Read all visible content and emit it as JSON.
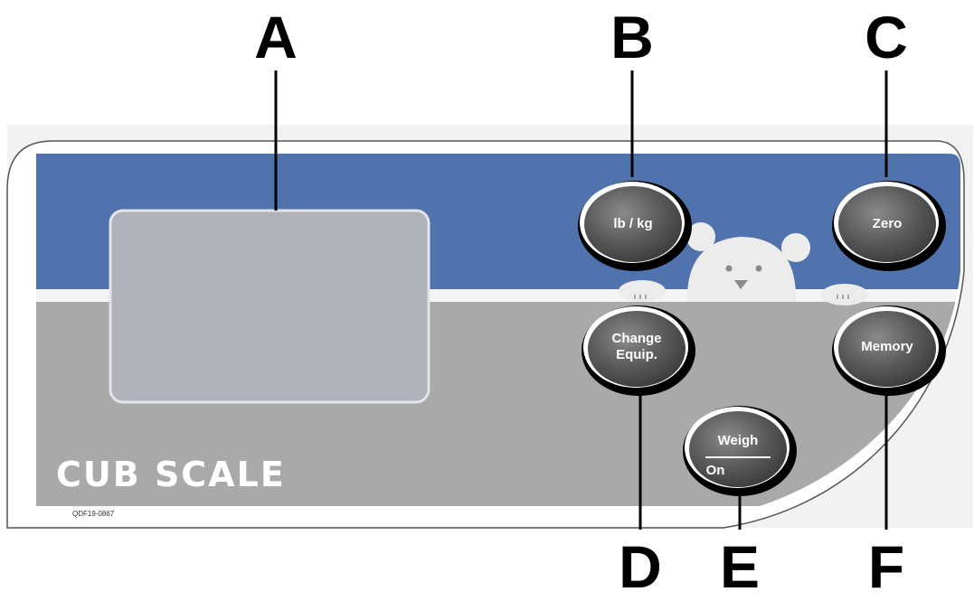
{
  "callouts": {
    "a": "A",
    "b": "B",
    "c": "C",
    "d": "D",
    "e": "E",
    "f": "F"
  },
  "buttons": {
    "lb_kg": "lb / kg",
    "zero": "Zero",
    "change_equip_line1": "Change",
    "change_equip_line2": "Equip.",
    "memory": "Memory",
    "weigh": "Weigh",
    "on": "On"
  },
  "brand": "CUB SCALE",
  "part_code": "QDF19-0867",
  "colors": {
    "blue_band": "#5073ad",
    "gray_body": "#a9a9a9",
    "display": "#b0b2ba",
    "button": "#5e5e5e"
  }
}
